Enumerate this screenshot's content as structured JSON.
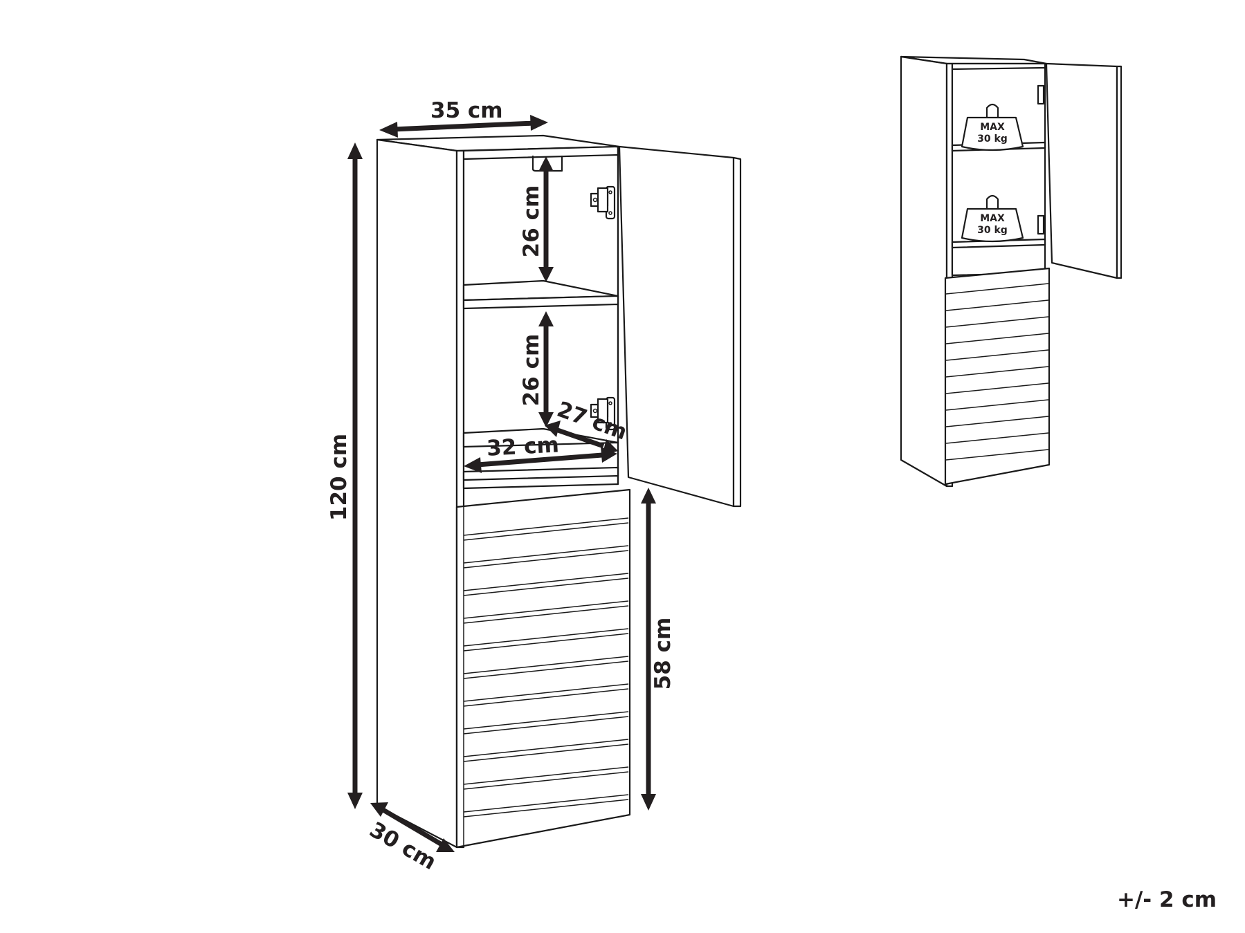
{
  "diagram": {
    "subject": "Tall bathroom wall cabinet with open door, dimension drawing",
    "dimensions": {
      "width": "35 cm",
      "height": "120 cm",
      "depth": "30 cm",
      "shelf_top_height": "26 cm",
      "shelf_mid_height": "26 cm",
      "inner_width": "32 cm",
      "inner_depth": "27 cm",
      "lower_door_height": "58 cm"
    },
    "tolerance": "+/- 2 cm",
    "load_view": {
      "weight_top": {
        "line1": "MAX",
        "line2": "30 kg"
      },
      "weight_bottom": {
        "line1": "MAX",
        "line2": "30 kg"
      }
    }
  }
}
